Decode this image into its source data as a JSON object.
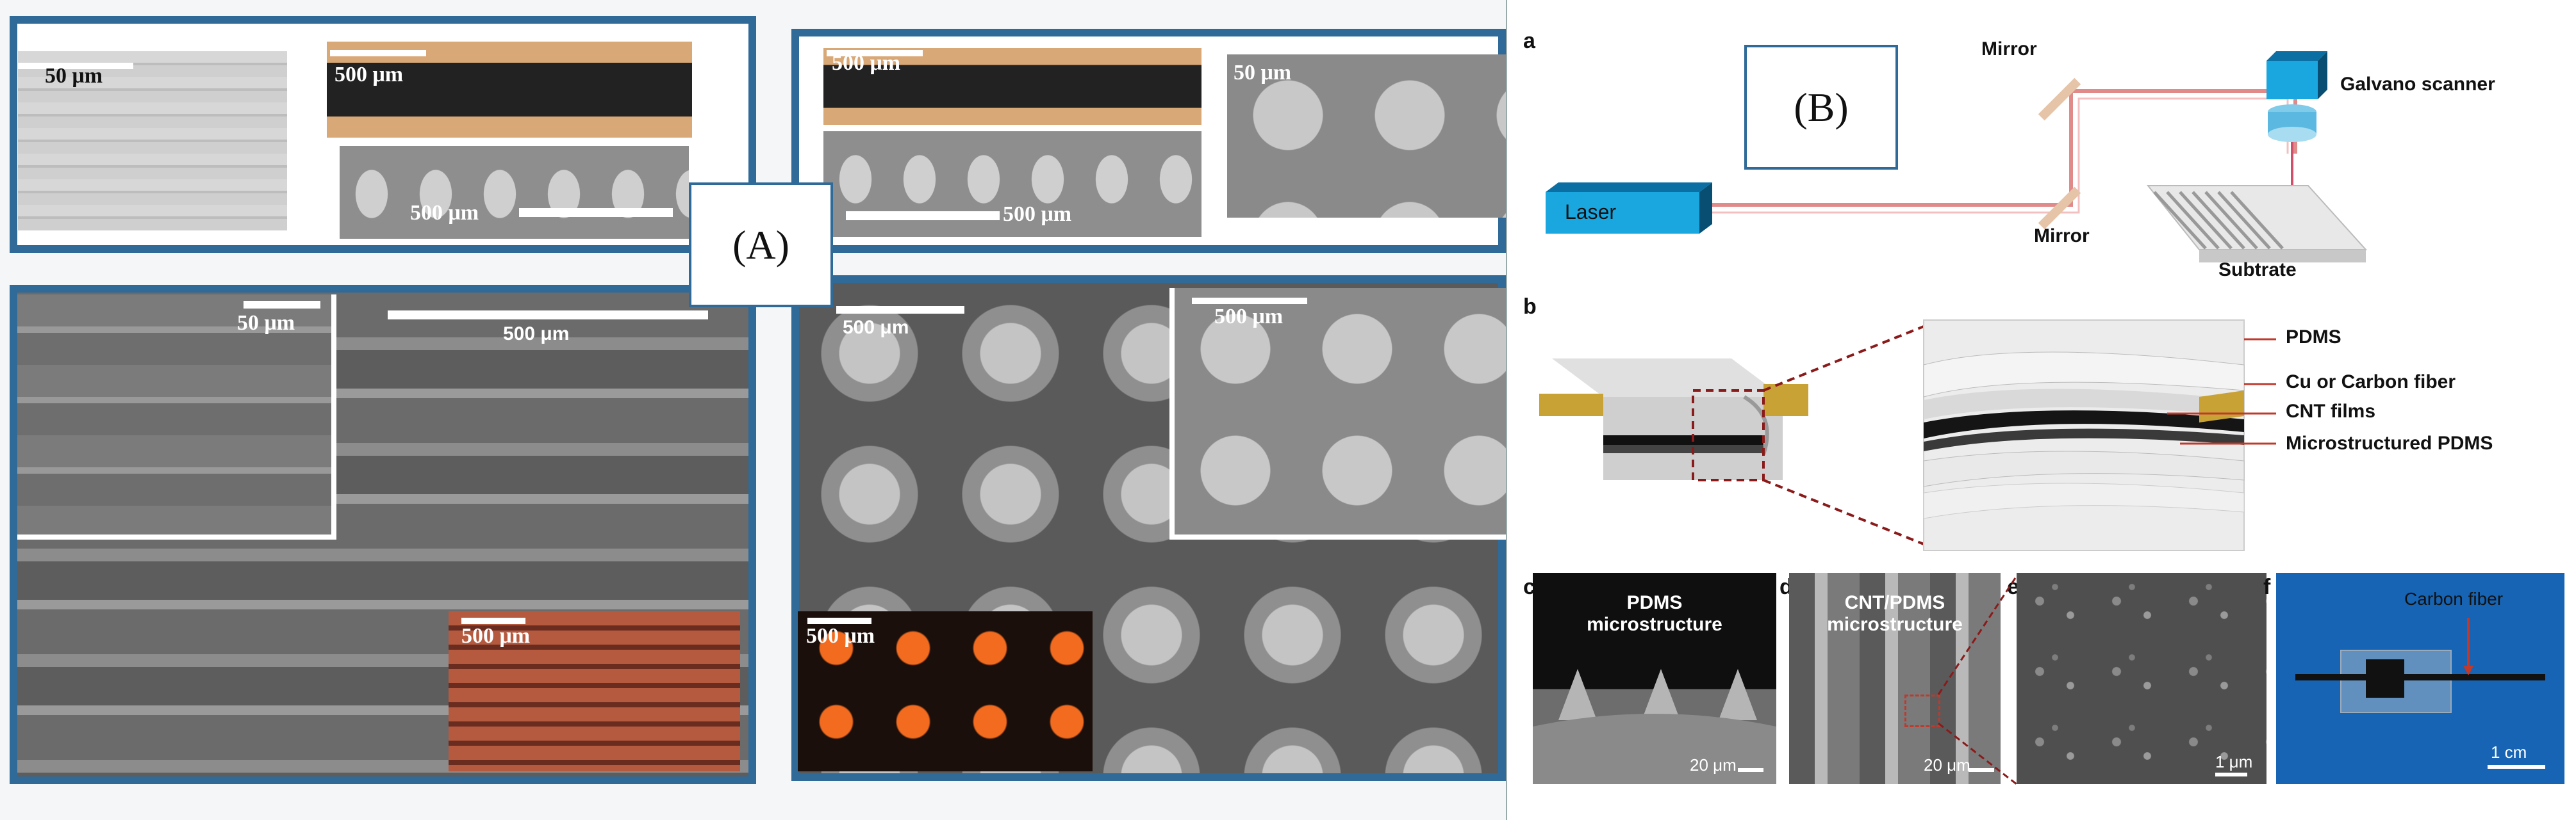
{
  "panel_a": {
    "label": "(A)",
    "scale_bars": {
      "tl_sem": "50 μm",
      "tl_optical": "500 μm",
      "tl_sem_strip": "500 μm",
      "tr_optical": "500 μm",
      "tr_sem_strip": "500 μm",
      "tr_sem": "50 μm",
      "bl_inset": "50 μm",
      "bl_main": "500 μm",
      "bl_optical": "500 μm",
      "br_main": "500 μm",
      "br_inset": "500 μm",
      "br_optical": "500 μm"
    }
  },
  "panel_b": {
    "label": "(B)",
    "a": {
      "letter": "a",
      "laser": "Laser",
      "mirror_top": "Mirror",
      "mirror_bottom": "Mirror",
      "galvano": "Galvano scanner",
      "substrate": "Subtrate"
    },
    "b": {
      "letter": "b",
      "legend": [
        "PDMS",
        "Cu or Carbon fiber",
        "CNT films",
        "Microstructured PDMS"
      ]
    },
    "c": {
      "letter": "c",
      "title_line1": "PDMS",
      "title_line2": "microstructure",
      "scale": "20 μm"
    },
    "d": {
      "letter": "d",
      "title_line1": "CNT/PDMS",
      "title_line2": "microstructure",
      "scale": "20 μm"
    },
    "e": {
      "letter": "e",
      "scale": "1 μm"
    },
    "f": {
      "letter": "f",
      "label": "Carbon fiber",
      "scale": "1 cm"
    }
  },
  "colors": {
    "frame_blue": "#2f6a98",
    "laser_blue": "#1aa7e0",
    "beam": "#e08a8a",
    "dashed": "#8b1a1a",
    "photo_blue": "#1664b3"
  }
}
